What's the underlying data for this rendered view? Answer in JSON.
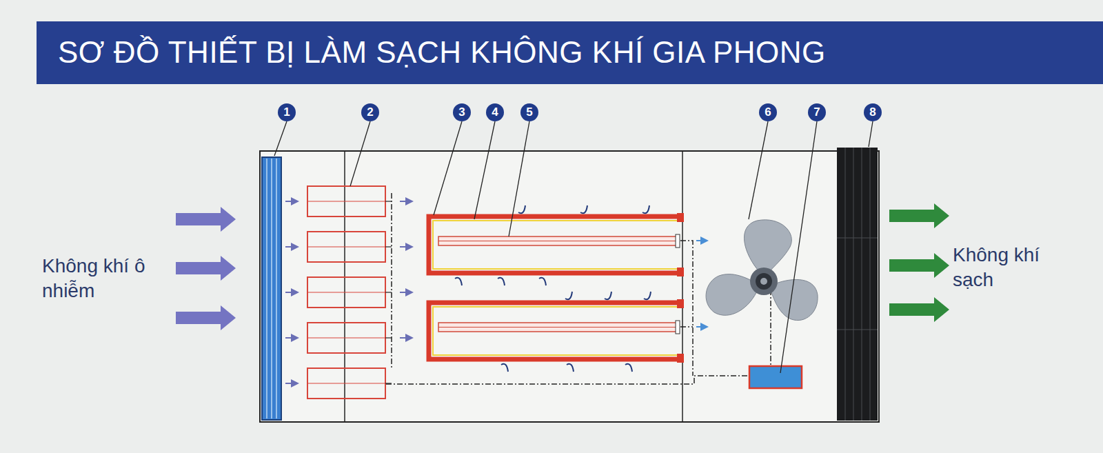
{
  "diagram": {
    "title": "SƠ ĐỒ THIẾT BỊ LÀM SẠCH KHÔNG KHÍ GIA PHONG",
    "labels": [
      "1",
      "2",
      "3",
      "4",
      "5",
      "6",
      "7",
      "8",
      "Không khí ô nhiễm",
      "Không khí sạch"
    ]
  }
}
